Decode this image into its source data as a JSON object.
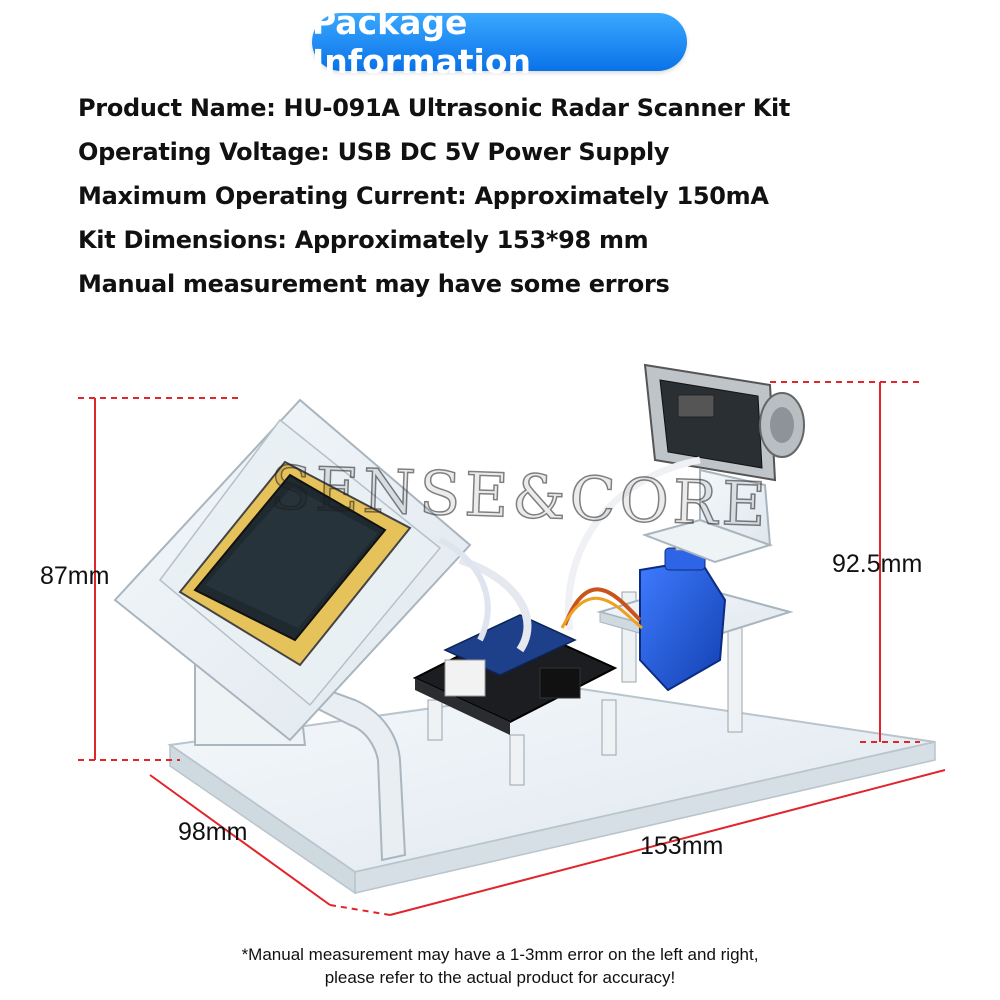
{
  "header": {
    "title": "Package Information"
  },
  "specs": [
    "Product Name:  HU-091A Ultrasonic Radar Scanner Kit",
    "Operating Voltage: USB DC 5V Power Supply",
    "Maximum Operating Current: Approximately 150mA",
    "Kit Dimensions: Approximately 153*98 mm",
    "Manual measurement may have some errors"
  ],
  "dimensions": {
    "left_height": "87mm",
    "right_height": "92.5mm",
    "depth": "98mm",
    "width": "153mm"
  },
  "watermark": "SENSE&CORE",
  "footnote": {
    "line1": "*Manual measurement may have a 1-3mm error on the left and right,",
    "line2": "please refer to the actual product for accuracy!"
  },
  "colors": {
    "pill": "#1a86f2",
    "dimension_line": "#e0252b"
  }
}
